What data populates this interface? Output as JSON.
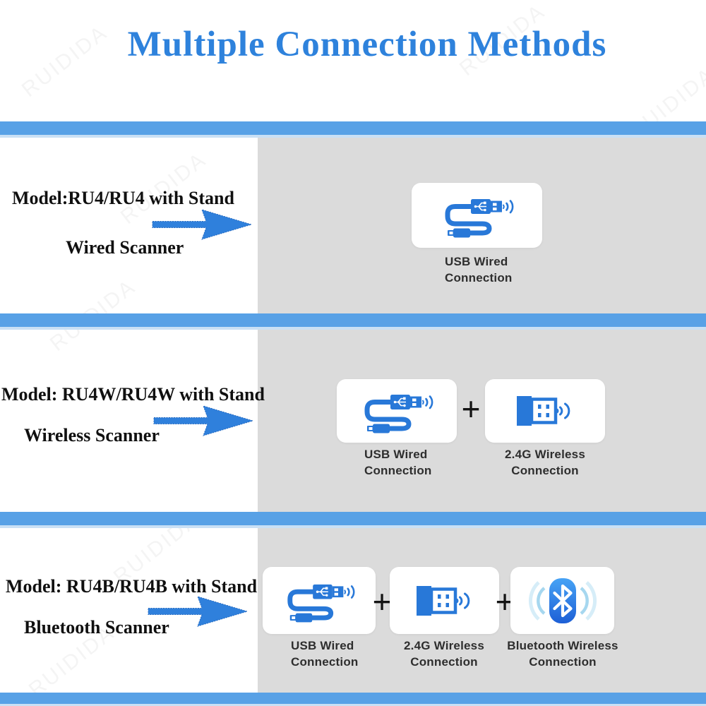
{
  "title": "Multiple Connection Methods",
  "watermark": {
    "text": "RUIDIDA"
  },
  "plus_sign": "+",
  "colors": {
    "title_blue": "#2e82dc",
    "bar_blue": "#58a1e6",
    "arrow_blue": "#2f80dc",
    "icon_blue": "#2878d8",
    "panel_gray": "#dbdbdb",
    "card_white": "#ffffff",
    "label_dark": "#2e2e2e"
  },
  "sections": [
    {
      "model_line": "Model:RU4/RU4 with Stand",
      "scanner_type": "Wired Scanner",
      "connections": [
        {
          "icon": "usb-wired-icon",
          "label_lines": [
            "USB Wired",
            "Connection"
          ]
        }
      ]
    },
    {
      "model_line": "Model: RU4W/RU4W with Stand",
      "scanner_type": "Wireless Scanner",
      "connections": [
        {
          "icon": "usb-wired-icon",
          "label_lines": [
            "USB Wired",
            "Connection"
          ]
        },
        {
          "icon": "wireless-24g-icon",
          "label_lines": [
            "2.4G Wireless",
            "Connection"
          ]
        }
      ]
    },
    {
      "model_line": "Model: RU4B/RU4B with Stand",
      "scanner_type": "Bluetooth Scanner",
      "connections": [
        {
          "icon": "usb-wired-icon",
          "label_lines": [
            "USB Wired",
            "Connection"
          ]
        },
        {
          "icon": "wireless-24g-icon",
          "label_lines": [
            "2.4G Wireless",
            "Connection"
          ]
        },
        {
          "icon": "bluetooth-icon",
          "label_lines": [
            "Bluetooth Wireless",
            "Connection"
          ]
        }
      ]
    }
  ]
}
